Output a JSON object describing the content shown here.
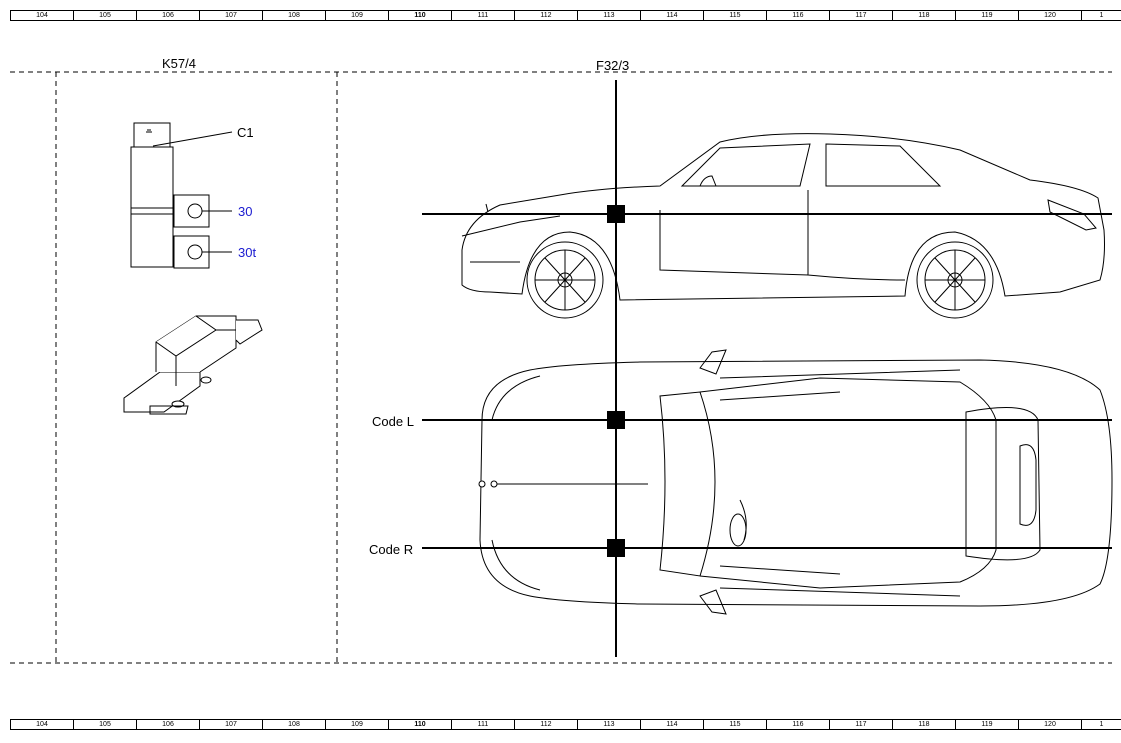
{
  "ruler": {
    "columns": [
      "104",
      "105",
      "106",
      "107",
      "108",
      "109",
      "110",
      "111",
      "112",
      "113",
      "114",
      "115",
      "116",
      "117",
      "118",
      "119",
      "120",
      "1"
    ],
    "bold_column": "110"
  },
  "components": {
    "left": {
      "id": "K57/4",
      "connector_label": "C1",
      "pins": [
        "30",
        "30t"
      ]
    },
    "right": {
      "id": "F32/3",
      "views": {
        "top_row_labels": [
          "Code L",
          "Code R"
        ]
      }
    }
  },
  "colors": {
    "line": "#000000",
    "pin_label": "#1a1ad0",
    "background": "#ffffff"
  }
}
